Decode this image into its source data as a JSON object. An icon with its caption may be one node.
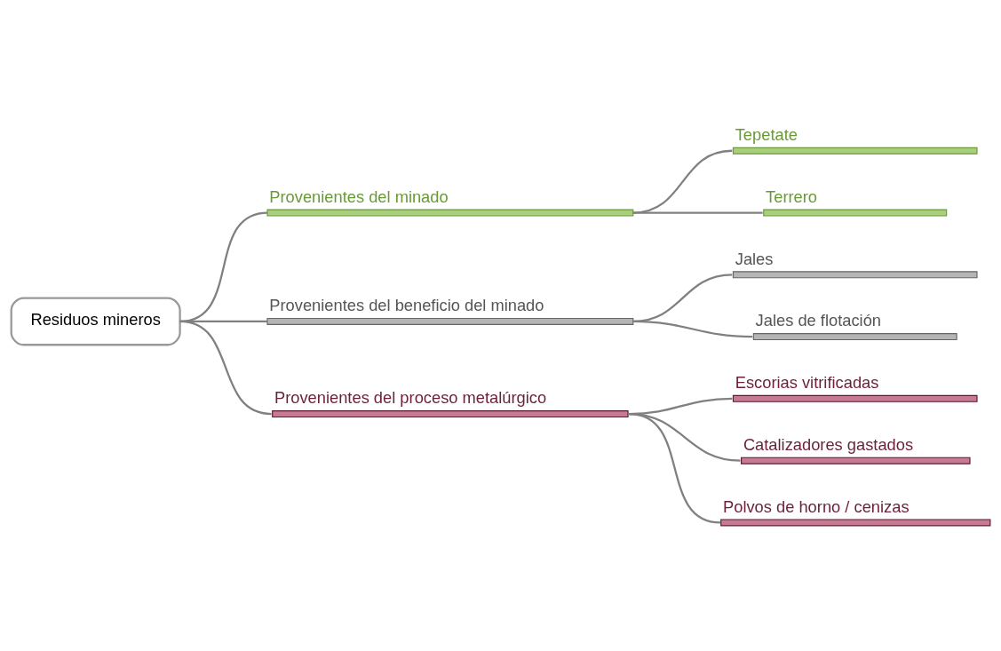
{
  "diagram": {
    "nodes": [
      {
        "text": [
          "Residuos mineros"
        ]
      },
      {
        "text": [
          "Provenientes del minado"
        ]
      },
      {
        "text": [
          "Tepetate"
        ]
      },
      {
        "text": [
          "Terrero"
        ]
      },
      {
        "text": [
          "Provenientes del beneficio del minado"
        ]
      },
      {
        "text": [
          "Jales"
        ]
      },
      {
        "text": [
          "Jales de flotación"
        ]
      },
      {
        "text": [
          "Provenientes del proceso metalúrgico"
        ]
      },
      {
        "text": [
          "Escorias vitrificadas"
        ]
      },
      {
        "text": [
          "Catalizadores gastados"
        ]
      },
      {
        "text": [
          "Polvos de horno / cenizas"
        ]
      }
    ],
    "edges": [
      {
        "from": 0,
        "to": 1,
        "arrow": "none"
      },
      {
        "from": 0,
        "to": 4,
        "arrow": "none"
      },
      {
        "from": 0,
        "to": 7,
        "arrow": "none"
      },
      {
        "from": 1,
        "to": 2,
        "arrow": "none"
      },
      {
        "from": 1,
        "to": 3,
        "arrow": "none"
      },
      {
        "from": 4,
        "to": 5,
        "arrow": "none"
      },
      {
        "from": 4,
        "to": 6,
        "arrow": "none"
      },
      {
        "from": 7,
        "to": 8,
        "arrow": "none"
      },
      {
        "from": 7,
        "to": 9,
        "arrow": "none"
      },
      {
        "from": 7,
        "to": 10,
        "arrow": "none"
      }
    ]
  }
}
